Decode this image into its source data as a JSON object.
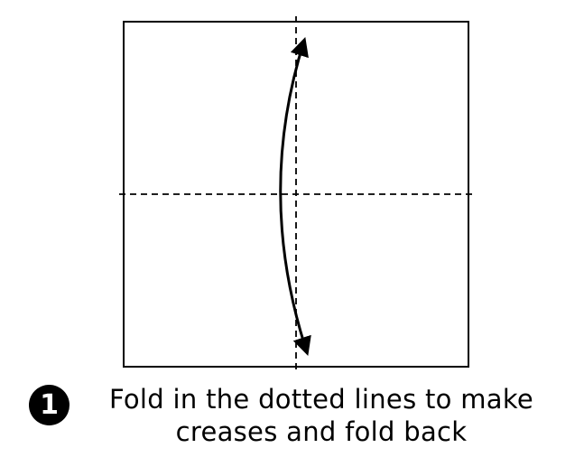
{
  "step": {
    "number": "1"
  },
  "instruction": {
    "line1": "Fold in the dotted lines to make",
    "line2": "creases and fold back"
  },
  "colors": {
    "ink": "#000000",
    "paper": "#ffffff"
  },
  "icons": {
    "fold_arrow": "double-headed-curved-arrow"
  }
}
